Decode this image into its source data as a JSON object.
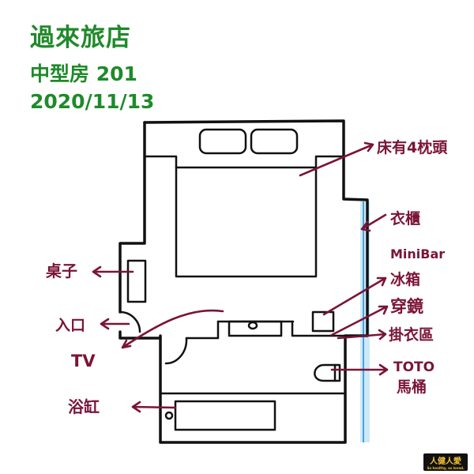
{
  "header": {
    "hotel_name": "過來旅店",
    "room_type": "中型房 201",
    "date": "2020/11/13"
  },
  "labels": {
    "bed": "床有4枕頭",
    "wardrobe": "衣櫃",
    "minibar": "MiniBar",
    "fridge": "冰箱",
    "mirror": "穿鏡",
    "hanger": "掛衣區",
    "desk": "桌子",
    "entrance": "入口",
    "tv": "TV",
    "bathtub": "浴缸",
    "toto": "TOTO",
    "toilet": "馬桶"
  },
  "logo": {
    "text": "人健人愛",
    "subtext": "So healthy, so loved."
  },
  "colors": {
    "title": "#1f8a2a",
    "annotation": "#7a1438",
    "window": "#cde9f7",
    "window_edge": "#4aa3d8",
    "wall": "#111111"
  }
}
